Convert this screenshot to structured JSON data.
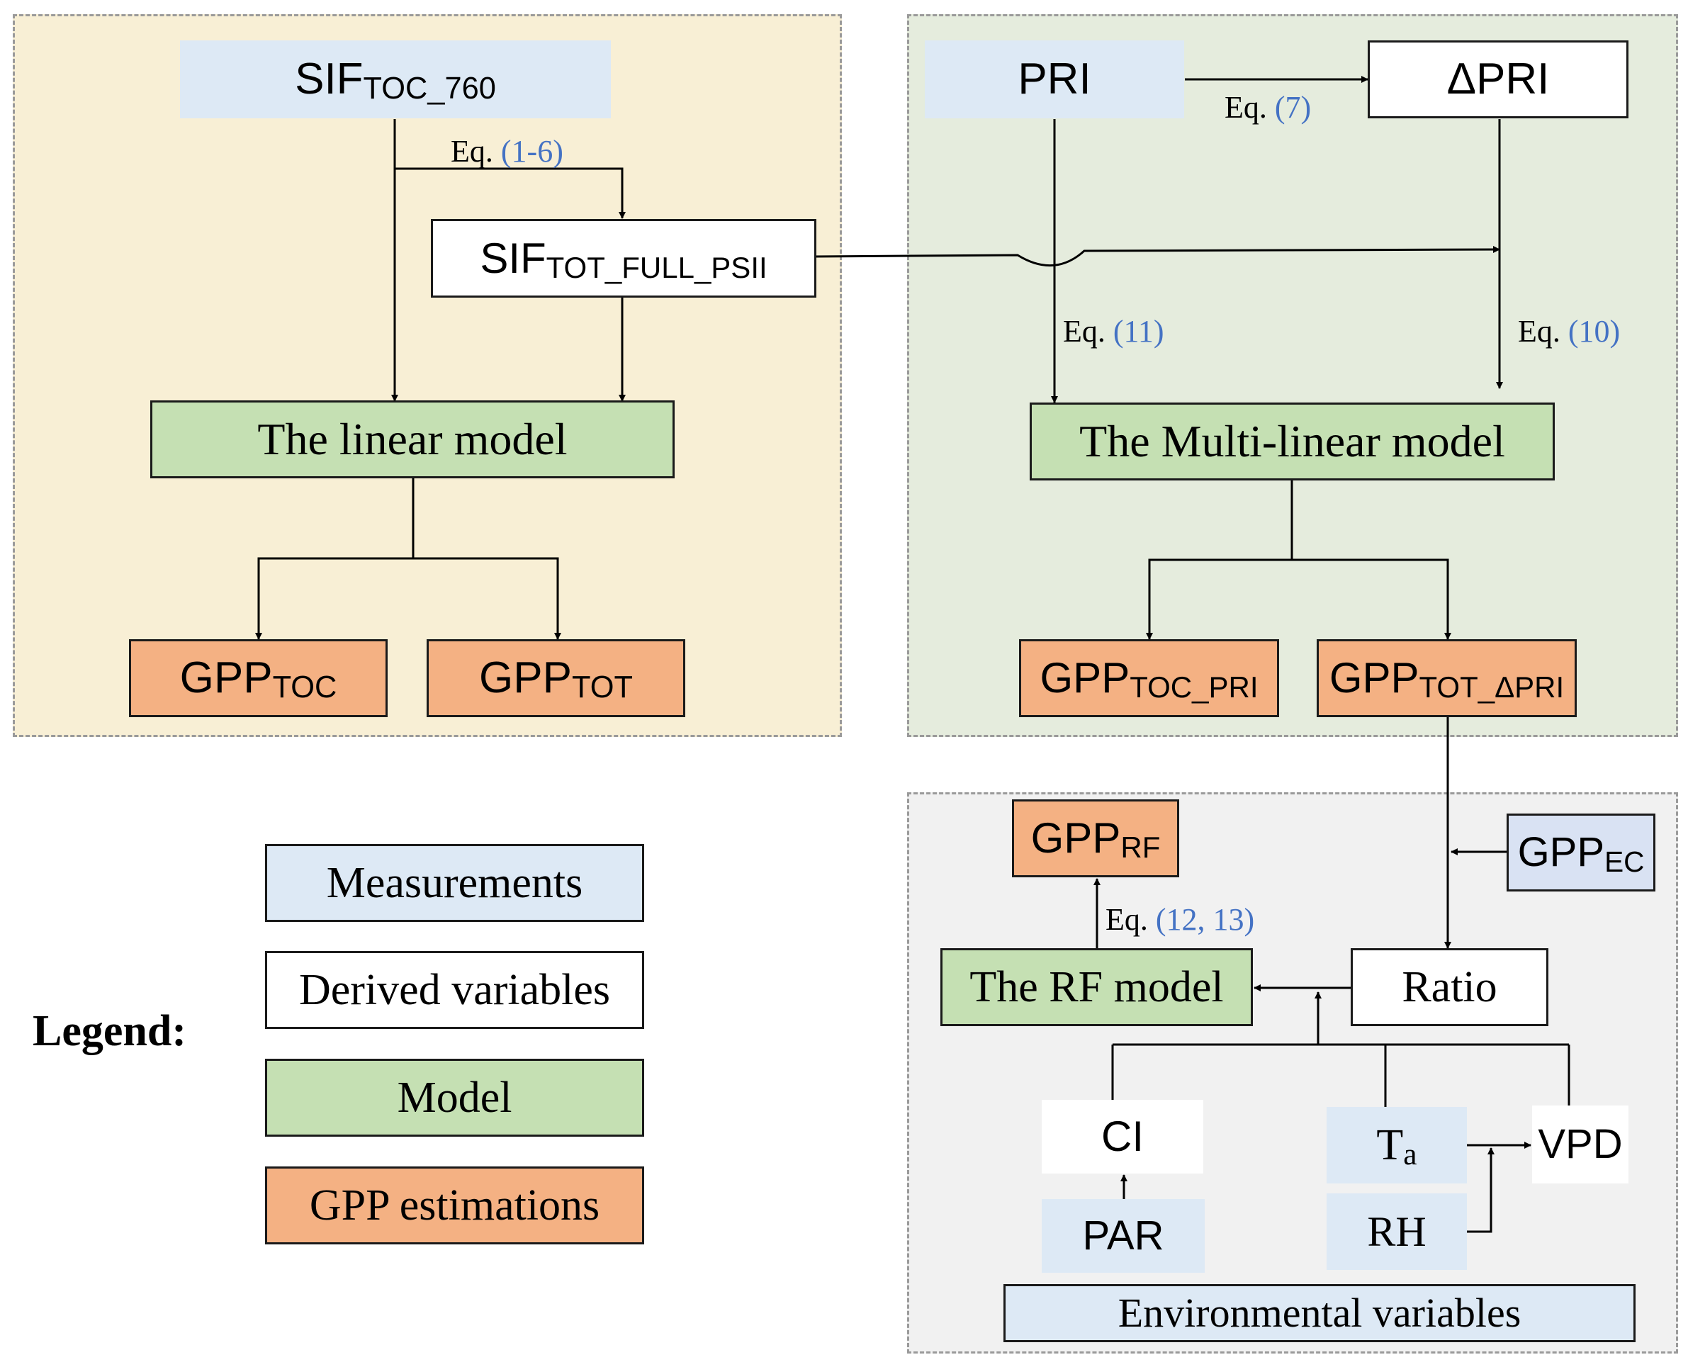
{
  "panels": {
    "sif": {
      "background": "#f8efd5"
    },
    "pri": {
      "background": "#e5ecdd"
    },
    "env": {
      "background": "#f1f1f1"
    }
  },
  "nodes": {
    "sif_toc_760": {
      "base": "SIF",
      "sub": "TOC_760"
    },
    "sif_tot_full_psii": {
      "base": "SIF",
      "sub": "TOT_FULL_PSII"
    },
    "linear_model": {
      "label": "The linear model"
    },
    "gpp_toc": {
      "base": "GPP",
      "sub": "TOC"
    },
    "gpp_tot": {
      "base": "GPP",
      "sub": "TOT"
    },
    "pri": {
      "label": "PRI"
    },
    "delta_pri": {
      "label": "ΔPRI"
    },
    "multi_linear_model": {
      "label": "The Multi-linear model"
    },
    "gpp_toc_pri": {
      "base": "GPP",
      "sub": "TOC_PRI"
    },
    "gpp_tot_delta_pri": {
      "base": "GPP",
      "sub": "TOT_ΔPRI"
    },
    "gpp_rf": {
      "base": "GPP",
      "sub": "RF"
    },
    "gpp_ec": {
      "base": "GPP",
      "sub": "EC"
    },
    "rf_model": {
      "label": "The RF model"
    },
    "ratio": {
      "label": "Ratio"
    },
    "ci": {
      "label": "CI"
    },
    "ta": {
      "base": "T",
      "sub": "a"
    },
    "vpd": {
      "label": "VPD"
    },
    "par": {
      "label": "PAR"
    },
    "rh": {
      "label": "RH"
    },
    "env_vars": {
      "label": "Environmental variables"
    }
  },
  "equations": {
    "eq_1_6": {
      "prefix": "Eq. ",
      "ref": "(1-6)"
    },
    "eq_7": {
      "prefix": "Eq. ",
      "ref": "(7)"
    },
    "eq_11": {
      "prefix": "Eq. ",
      "ref": "(11)"
    },
    "eq_10": {
      "prefix": "Eq. ",
      "ref": "(10)"
    },
    "eq_12_13": {
      "prefix": "Eq. ",
      "ref": "(12, 13)"
    }
  },
  "legend": {
    "title": "Legend:",
    "items": [
      {
        "label": "Measurements",
        "color": "#dde9f5"
      },
      {
        "label": "Derived variables",
        "color": "#ffffff"
      },
      {
        "label": "Model",
        "color": "#c5e0b3"
      },
      {
        "label": "GPP estimations",
        "color": "#f4b183"
      }
    ]
  },
  "colors": {
    "measurement": "#dde9f5",
    "derived": "#ffffff",
    "model": "#c5e0b3",
    "estimation": "#f4b183",
    "gpp_ec": "#d9e2f3",
    "equation_ref": "#4472c4"
  }
}
